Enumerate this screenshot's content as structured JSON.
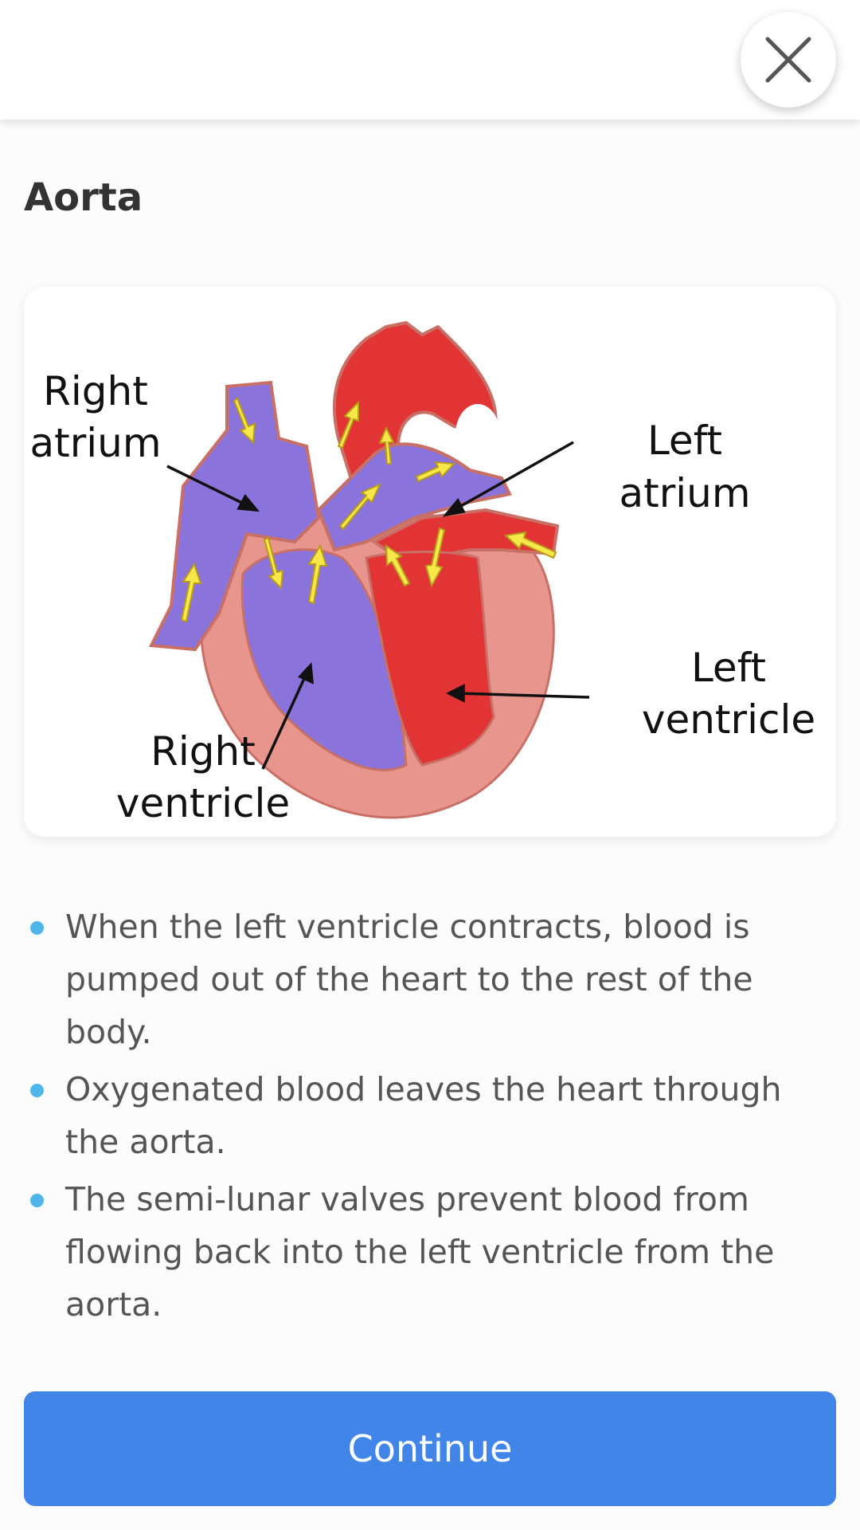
{
  "header": {
    "close_icon": "close-icon"
  },
  "page": {
    "title": "Aorta"
  },
  "diagram": {
    "labels": {
      "right_atrium_1": "Right",
      "right_atrium_2": "atrium",
      "left_atrium_1": "Left",
      "left_atrium_2": "atrium",
      "left_ventricle_1": "Left",
      "left_ventricle_2": "ventricle",
      "right_ventricle_1": "Right",
      "right_ventricle_2": "ventricle"
    },
    "colors": {
      "deoxygenated": "#8b73dc",
      "oxygenated": "#e23434",
      "muscle": "#e7958d",
      "arrow": "#f7e84a"
    }
  },
  "bullets": [
    "When the left ventricle contracts, blood is pumped out of the heart to the rest of the body.",
    "Oxygenated blood leaves the heart through the aorta.",
    "The semi-lunar valves prevent blood from flowing back into the left ventricle from the aorta."
  ],
  "footer": {
    "continue_label": "Continue"
  }
}
